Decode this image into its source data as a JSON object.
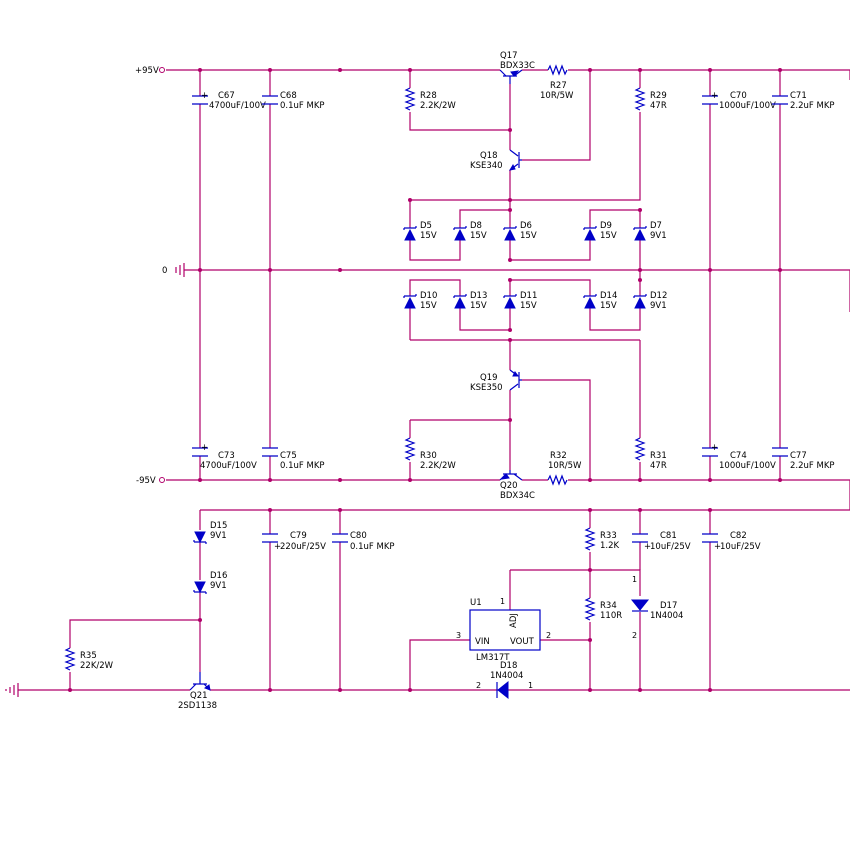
{
  "rails": {
    "pos": "+95V",
    "gnd": "0",
    "neg": "-95V"
  },
  "components": {
    "c67": {
      "ref": "C67",
      "value": "4700uF/100V"
    },
    "c68": {
      "ref": "C68",
      "value": "0.1uF MKP"
    },
    "c70": {
      "ref": "C70",
      "value": "1000uF/100V"
    },
    "c71": {
      "ref": "C71",
      "value": "2.2uF MKP"
    },
    "c73": {
      "ref": "C73",
      "value": "4700uF/100V"
    },
    "c75": {
      "ref": "C75",
      "value": "0.1uF MKP"
    },
    "c74": {
      "ref": "C74",
      "value": "1000uF/100V"
    },
    "c77": {
      "ref": "C77",
      "value": "2.2uF MKP"
    },
    "c79": {
      "ref": "C79",
      "value": "220uF/25V"
    },
    "c80": {
      "ref": "C80",
      "value": "0.1uF MKP"
    },
    "c81": {
      "ref": "C81",
      "value": "10uF/25V"
    },
    "c82": {
      "ref": "C82",
      "value": "10uF/25V"
    },
    "r27": {
      "ref": "R27",
      "value": "10R/5W"
    },
    "r28": {
      "ref": "R28",
      "value": "2.2K/2W"
    },
    "r29": {
      "ref": "R29",
      "value": "47R"
    },
    "r30": {
      "ref": "R30",
      "value": "2.2K/2W"
    },
    "r31": {
      "ref": "R31",
      "value": "47R"
    },
    "r32": {
      "ref": "R32",
      "value": "10R/5W"
    },
    "r33": {
      "ref": "R33",
      "value": "1.2K"
    },
    "r34": {
      "ref": "R34",
      "value": "110R"
    },
    "r35": {
      "ref": "R35",
      "value": "22K/2W"
    },
    "q17": {
      "ref": "Q17",
      "value": "BDX33C"
    },
    "q18": {
      "ref": "Q18",
      "value": "KSE340"
    },
    "q19": {
      "ref": "Q19",
      "value": "KSE350"
    },
    "q20": {
      "ref": "Q20",
      "value": "BDX34C"
    },
    "q21": {
      "ref": "Q21",
      "value": "2SD1138"
    },
    "d5": {
      "ref": "D5",
      "value": "15V"
    },
    "d8": {
      "ref": "D8",
      "value": "15V"
    },
    "d6": {
      "ref": "D6",
      "value": "15V"
    },
    "d9": {
      "ref": "D9",
      "value": "15V"
    },
    "d7": {
      "ref": "D7",
      "value": "9V1"
    },
    "d10": {
      "ref": "D10",
      "value": "15V"
    },
    "d13": {
      "ref": "D13",
      "value": "15V"
    },
    "d11": {
      "ref": "D11",
      "value": "15V"
    },
    "d14": {
      "ref": "D14",
      "value": "15V"
    },
    "d12": {
      "ref": "D12",
      "value": "9V1"
    },
    "d15": {
      "ref": "D15",
      "value": "9V1"
    },
    "d16": {
      "ref": "D16",
      "value": "9V1"
    },
    "d17": {
      "ref": "D17",
      "value": "1N4004"
    },
    "d18": {
      "ref": "D18",
      "value": "1N4004"
    },
    "u1": {
      "ref": "U1",
      "value": "LM317T",
      "pin_vin": "VIN",
      "pin_vout": "VOUT",
      "pin_adj": "ADJ"
    }
  },
  "pins": {
    "one": "1",
    "two": "2",
    "three": "3"
  },
  "polarity": {
    "plus": "+"
  },
  "colors": {
    "wire": "#b0006a",
    "component": "#0000c8",
    "text": "#000000"
  }
}
